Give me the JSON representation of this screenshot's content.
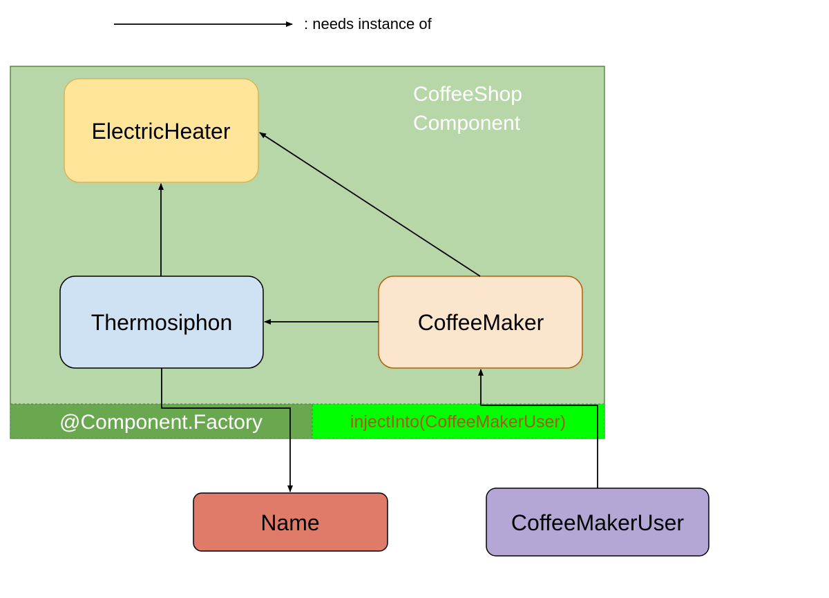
{
  "legend": {
    "label": ": needs instance of"
  },
  "component": {
    "title_line1": "CoffeeShop",
    "title_line2": "Component",
    "factory_label": "@Component.Factory",
    "inject_label": "injectInto(CoffeeMakerUser)"
  },
  "nodes": {
    "electric_heater": "ElectricHeater",
    "thermosiphon": "Thermosiphon",
    "coffee_maker": "CoffeeMaker",
    "name": "Name",
    "coffee_maker_user": "CoffeeMakerUser"
  },
  "edges": [
    {
      "from": "Thermosiphon",
      "to": "ElectricHeater"
    },
    {
      "from": "CoffeeMaker",
      "to": "ElectricHeater"
    },
    {
      "from": "CoffeeMaker",
      "to": "Thermosiphon"
    },
    {
      "from": "Thermosiphon",
      "to": "Name"
    },
    {
      "from": "CoffeeMakerUser",
      "to": "CoffeeMaker"
    }
  ],
  "colors": {
    "component_fill": "#b7d7a8",
    "component_stroke": "#38761d",
    "factory_fill": "#6aa84f",
    "inject_fill": "#00ff00",
    "inject_text": "#a35a1e",
    "heater_fill": "#ffe599",
    "heater_stroke": "#d6b656",
    "thermosiphon_fill": "#cfe2f3",
    "coffee_maker_fill": "#fce5cd",
    "coffee_maker_stroke": "#b45f06",
    "name_fill": "#e07b6a",
    "user_fill": "#b4a7d6"
  }
}
